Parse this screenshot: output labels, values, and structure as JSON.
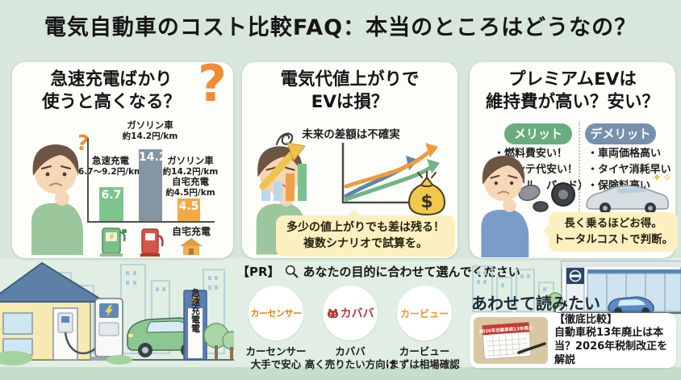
{
  "page": {
    "title": "電気自動車のコスト比較FAQ：本当のところはどうなの？",
    "bottom_sign": "急速充電電"
  },
  "colors": {
    "background": "#d8e7db",
    "card": "#fdfdf9",
    "accent_orange": "#ee8c3a",
    "bar_green": "#7dc48d",
    "bar_gray": "#8595a3",
    "bar_orange": "#f0ab45",
    "merit_green": "#68ad7e",
    "demerit_blue": "#7790ac",
    "bubble_yellow": "#fcf0c0",
    "line_blue": "#5c88ac",
    "line_orange": "#ef9b40",
    "line_green": "#6fb585",
    "logo_carsensor": "#ee7d00",
    "logo_cababa": "#b23a42",
    "logo_carview": "#f0921e"
  },
  "panels": [
    {
      "title_line1": "急速充電ばかり",
      "title_line2": "使うと高くなる？",
      "big_question": "?",
      "small_question": "?",
      "chart": {
        "type": "bar",
        "unit": "円/km",
        "top_label": {
          "name": "ガソリン車",
          "range": "約14.2円/km"
        },
        "bars": [
          {
            "name": "急速充電",
            "range": "6.7〜9.2円/km",
            "value": 6.7,
            "display": "6.7"
          },
          {
            "name": "ガソリン車",
            "range": "約14.2円/km",
            "value": 14.2,
            "display": "14.2"
          },
          {
            "name": "自宅充電",
            "range": "約4.5円/km",
            "value": 4.5,
            "display": "4.5"
          }
        ],
        "right_labels": [
          {
            "name": "ガソリン車",
            "range": "約14.2円/km"
          },
          {
            "name": "自宅充電",
            "range": "約4.5円/km"
          }
        ],
        "footer_label": "自宅充電"
      }
    },
    {
      "title_line1": "電気代値上がりで",
      "title_line2": "EVは損？",
      "chart_caption": "未来の差額は不確実",
      "money_symbol": "$",
      "bubble_line1": "多少の値上がりでも差は残る！",
      "bubble_line2": "複数シナリオで試算を。"
    },
    {
      "title_line1": "プレミアムEVは",
      "title_line2": "維持費が高い？安い？",
      "merit_label": "メリット",
      "demerit_label": "デメリット",
      "merits": [
        "・燃料費安い！",
        "・メンテ代安い！",
        "（オイル、パッド）"
      ],
      "demerits": [
        "・車両価格高い",
        "・タイヤ消耗早い",
        "・保険料高い"
      ],
      "sparkle": "✦✧",
      "bubble_line1": "長く乗るほどお得。",
      "bubble_line2": "トータルコストで判断。"
    }
  ],
  "pr": {
    "tag": "【PR】",
    "headline": "あなたの目的に合わせて選んでください",
    "services": [
      {
        "logo": "カーセンサー",
        "caption_line1": "カーセンサー",
        "caption_line2": "大手で安心",
        "logo_color": "#ee7d00"
      },
      {
        "logo": "カババ",
        "caption_line1": "カババ",
        "caption_line2": "高く売りたい方向け",
        "logo_color": "#b23a42"
      },
      {
        "logo": "カービュー",
        "caption_line1": "カービュー",
        "caption_line2": "まずは相場確認",
        "logo_color": "#f0921e"
      }
    ]
  },
  "related": {
    "heading": "あわせて読みたい",
    "article_tag": "【徹底比較】",
    "article_title": "自動車税13年廃止は本当？2026年税制改正を解説",
    "calendar_label": "2026年自動車税13年廃止"
  },
  "chart_data": [
    {
      "type": "bar",
      "title": "急速充電ばかり使うと高くなる？",
      "categories": [
        "急速充電",
        "ガソリン車",
        "自宅充電"
      ],
      "values": [
        6.7,
        14.2,
        4.5
      ],
      "value_labels": [
        "6.7〜9.2円/km",
        "約14.2円/km",
        "約4.5円/km"
      ],
      "unit": "円/km",
      "ylim": [
        0,
        16
      ],
      "colors": [
        "#7dc48d",
        "#8595a3",
        "#f0ab45"
      ]
    },
    {
      "type": "line",
      "title": "電気代値上がりでEVは損？",
      "annotation": "未来の差額は不確実",
      "series": [
        {
          "name": "シナリオ（青）",
          "trend": "右肩上がり"
        },
        {
          "name": "シナリオ（橙）",
          "trend": "右肩上がり"
        },
        {
          "name": "シナリオ（緑）",
          "trend": "右肩上がり"
        }
      ],
      "axes": "数値目盛りなし（概念図）"
    }
  ]
}
